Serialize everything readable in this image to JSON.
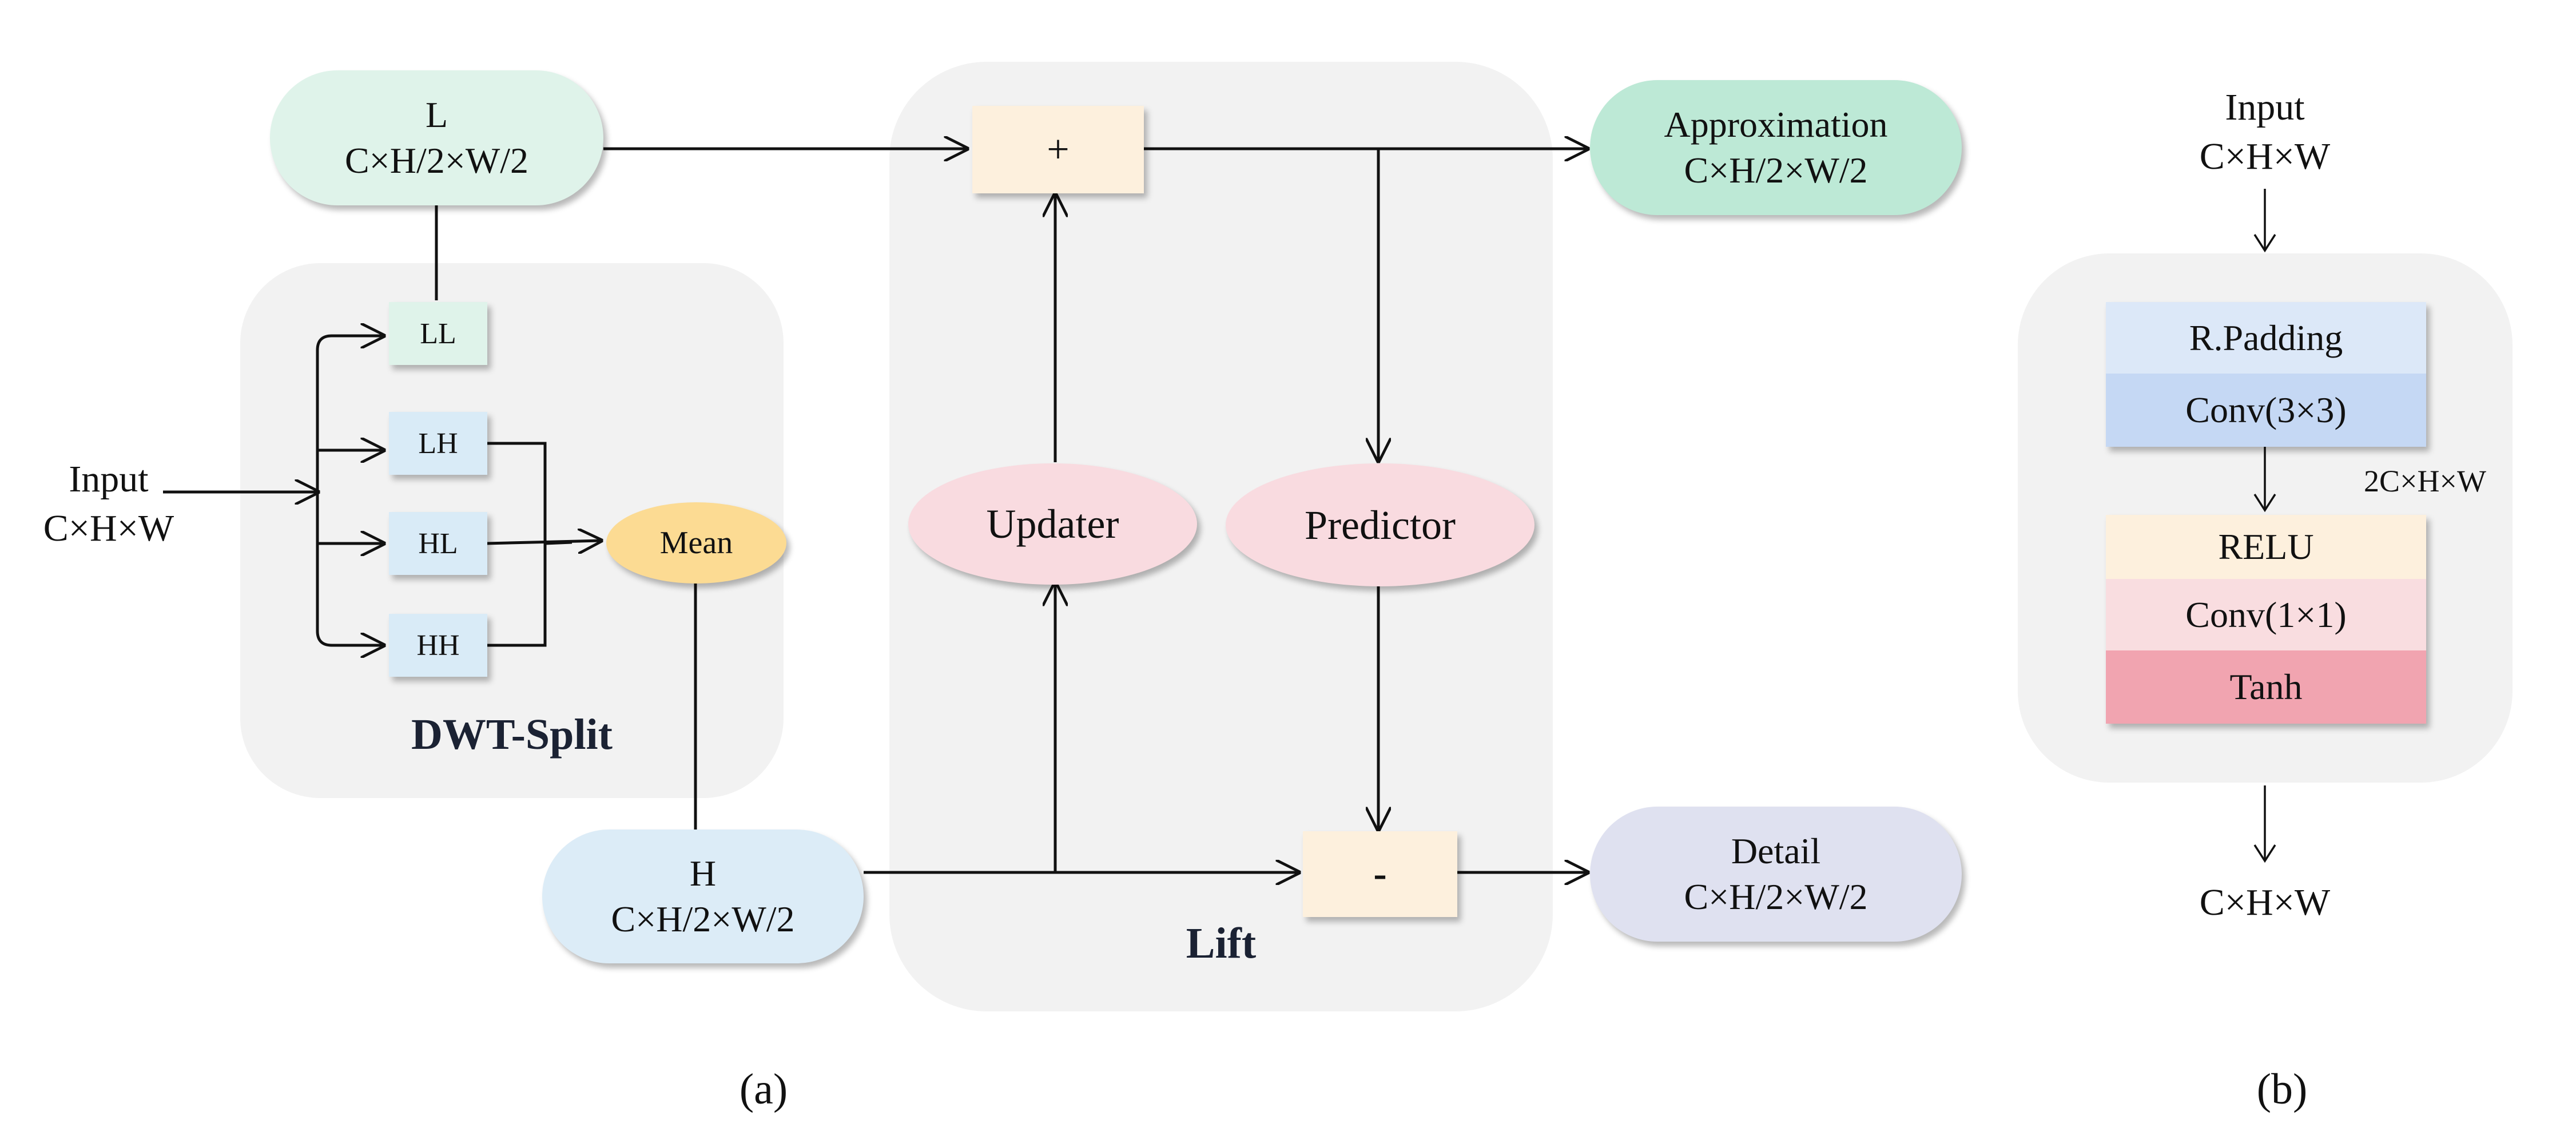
{
  "panel_a": {
    "caption": "(a)",
    "dwt_split": {
      "title": "DWT-Split",
      "bands": [
        "LL",
        "LH",
        "HL",
        "HH"
      ],
      "mean_label": "Mean"
    },
    "input": {
      "name": "Input",
      "dims": "C×H×W"
    },
    "low": {
      "name": "L",
      "dims": "C×H/2×W/2"
    },
    "high": {
      "name": "H",
      "dims": "C×H/2×W/2"
    },
    "lift": {
      "title": "Lift",
      "plus": "+",
      "minus": "-",
      "updater": "Updater",
      "predictor": "Predictor"
    },
    "approximation": {
      "name": "Approximation",
      "dims": "C×H/2×W/2"
    },
    "detail": {
      "name": "Detail",
      "dims": "C×H/2×W/2"
    }
  },
  "panel_b": {
    "caption": "(b)",
    "input": {
      "name": "Input",
      "dims": "C×H×W"
    },
    "layers_top": [
      "R.Padding",
      "Conv(3×3)"
    ],
    "mid_dims": "2C×H×W",
    "layers_bottom": [
      "RELU",
      "Conv(1×1)",
      "Tanh"
    ],
    "output_dims": "C×H×W"
  },
  "colors": {
    "panel_bg": "#f2f2f2",
    "low_fill": "#dff3ea",
    "high_fill": "#dcecf7",
    "band_ll": "#dff3ea",
    "band_other": "#d9ebf7",
    "mean_fill": "#fcdb93",
    "op_fill": "#fdf0dd",
    "ellipse_fill": "#f9dbe0",
    "approx_fill": "#bde9d6",
    "detail_fill": "#dfe1f0",
    "rpad_fill": "#dce8f8",
    "conv3_fill": "#c5d8f4",
    "relu_fill": "#fdf0dd",
    "conv1_fill": "#f9dde0",
    "tanh_fill": "#f1a4b0"
  }
}
